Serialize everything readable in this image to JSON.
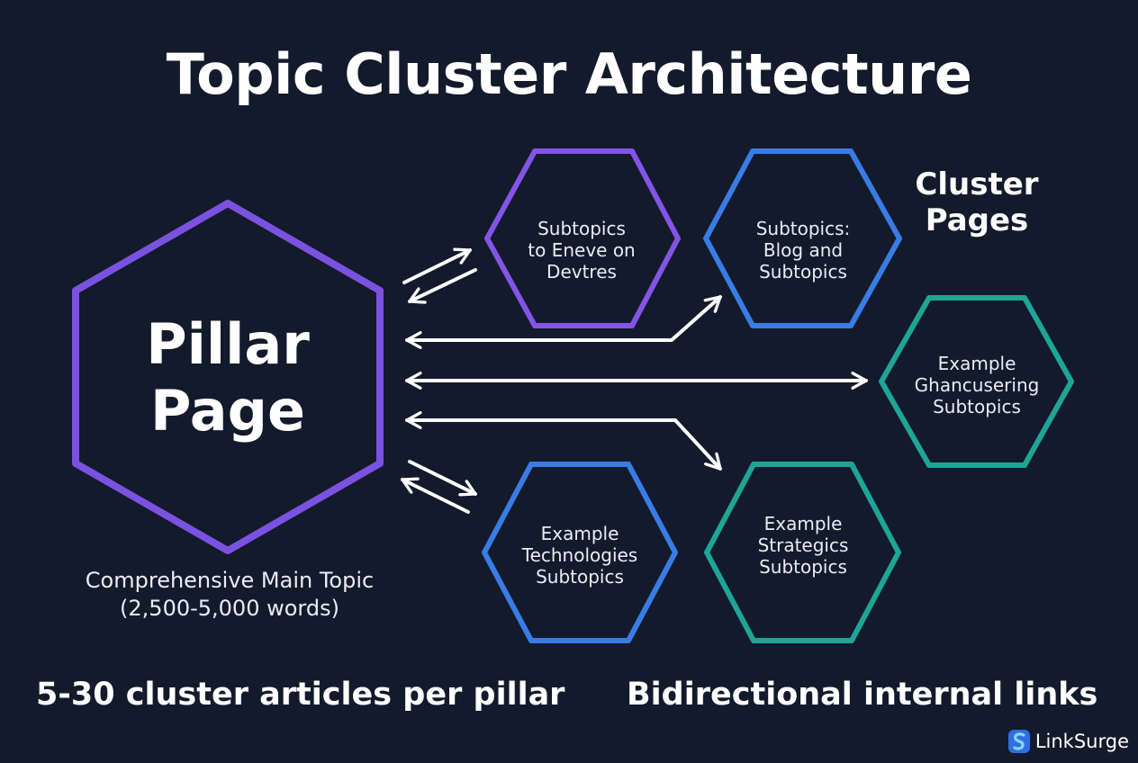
{
  "title": "Topic Cluster Architecture",
  "pillar": {
    "label_line1": "Pillar",
    "label_line2": "Page",
    "description_line1": "Comprehensive Main Topic",
    "description_line2": "(2,500-5,000 words)"
  },
  "cluster_label": {
    "line1": "Cluster",
    "line2": "Pages"
  },
  "clusters": [
    {
      "lines": [
        "Subtopics",
        "to Eneve on",
        "Devtres"
      ]
    },
    {
      "lines": [
        "Subtopics:",
        "Blog and",
        "Subtopics"
      ]
    },
    {
      "lines": [
        "Example",
        "Ghancusering",
        "Subtopics"
      ]
    },
    {
      "lines": [
        "Example",
        "Technologies",
        "Subtopics"
      ]
    },
    {
      "lines": [
        "Example",
        "Strategics",
        "Subtopics"
      ]
    }
  ],
  "footer": {
    "left": "5-30 cluster articles per pillar",
    "right": "Bidirectional internal links"
  },
  "brand": {
    "name": "LinkSurge"
  },
  "colors": {
    "background": "#121a2b",
    "pillar_border": "#7b52e0",
    "purple_border": "#8454e6",
    "blue_border": "#3a7ce6",
    "teal_border": "#1fa596",
    "arrow": "#ffffff"
  }
}
